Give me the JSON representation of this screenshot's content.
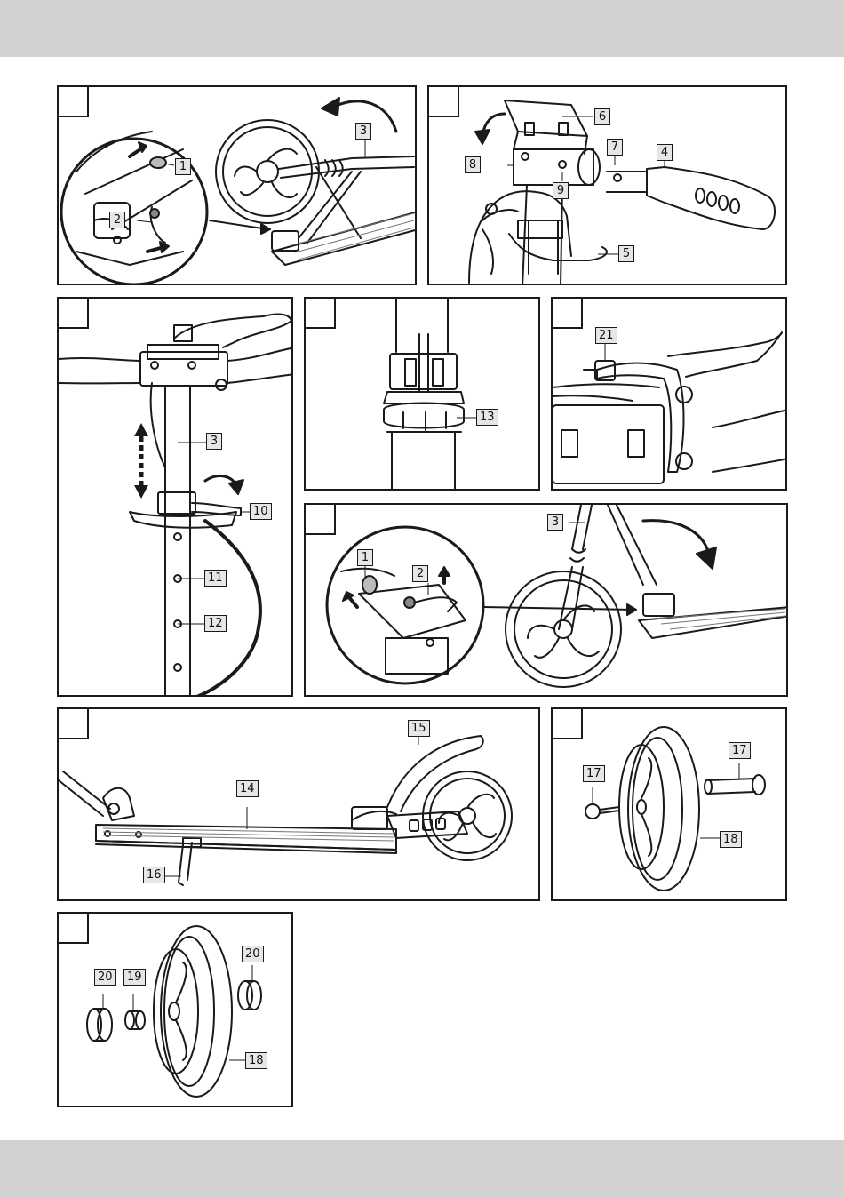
{
  "page": {
    "background": "#ffffff",
    "band_color": "#d2d2d3",
    "line_color": "#1a1a1a",
    "callout_fill": "#e6e6e6"
  },
  "panels": [
    {
      "id": "fold-latch",
      "callouts": [
        "1",
        "2",
        "3"
      ]
    },
    {
      "id": "handlebar-clamp",
      "callouts": [
        "6",
        "7",
        "4",
        "8",
        "9",
        "5"
      ]
    },
    {
      "id": "height-adjust",
      "callouts": [
        "3",
        "10",
        "11",
        "12"
      ]
    },
    {
      "id": "headset-nut",
      "callouts": [
        "13"
      ]
    },
    {
      "id": "brake-adjuster",
      "callouts": [
        "21"
      ]
    },
    {
      "id": "folding",
      "callouts": [
        "3",
        "1",
        "2"
      ]
    },
    {
      "id": "deck-side-view",
      "callouts": [
        "15",
        "14",
        "16"
      ]
    },
    {
      "id": "wheel-axle",
      "callouts": [
        "17",
        "17",
        "18"
      ]
    },
    {
      "id": "wheel-bearings",
      "callouts": [
        "20",
        "19",
        "20",
        "18"
      ]
    }
  ]
}
